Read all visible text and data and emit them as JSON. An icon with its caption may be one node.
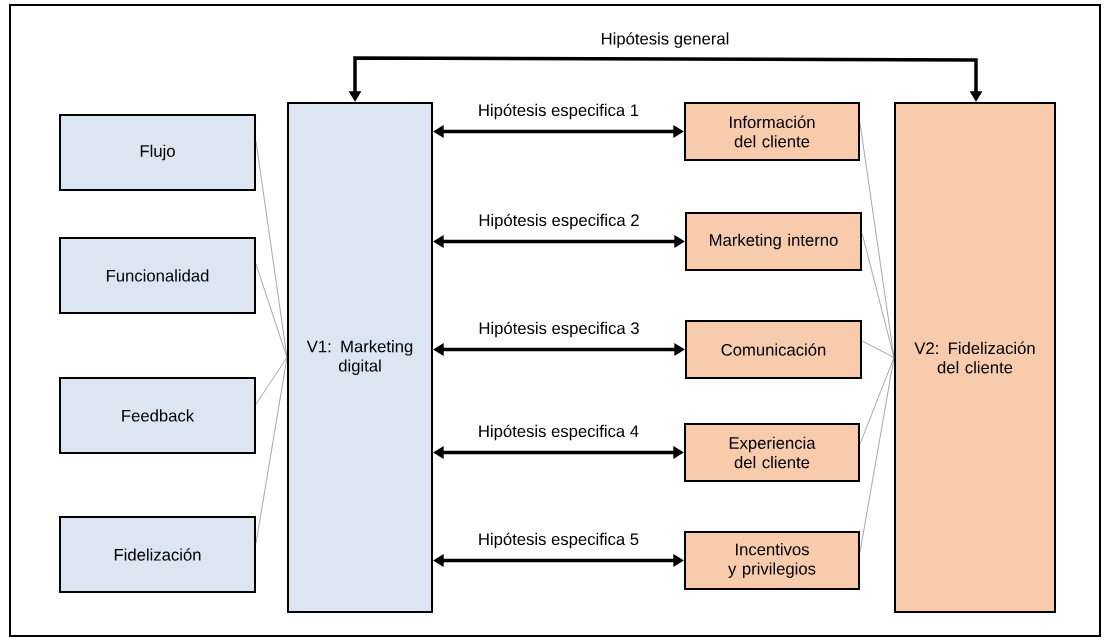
{
  "diagram": {
    "nodes": [
      {
        "text": [
          "Flujo"
        ]
      },
      {
        "text": [
          "Funcionalidad"
        ]
      },
      {
        "text": [
          "Feedback"
        ]
      },
      {
        "text": [
          "Fidelización"
        ]
      },
      {
        "text": [
          "V1: Marketing digital"
        ]
      },
      {
        "text": [
          "Información del cliente"
        ]
      },
      {
        "text": [
          "Marketing interno"
        ]
      },
      {
        "text": [
          "Comunicación"
        ]
      },
      {
        "text": [
          "Experiencia del cliente"
        ]
      },
      {
        "text": [
          "Incentivos y privilegios"
        ]
      },
      {
        "text": [
          "V2: Fidelización del cliente"
        ]
      }
    ],
    "edges": [
      {
        "from": 0,
        "to": 4,
        "arrow": "none"
      },
      {
        "from": 1,
        "to": 4,
        "arrow": "none"
      },
      {
        "from": 2,
        "to": 4,
        "arrow": "none"
      },
      {
        "from": 3,
        "to": 4,
        "arrow": "none"
      },
      {
        "from": 4,
        "to": 10,
        "arrow": "both",
        "label": "Hipótesis general",
        "style": "thick"
      },
      {
        "from": 4,
        "to": 5,
        "arrow": "both",
        "label": "Hipótesis especifica 1",
        "style": "thick"
      },
      {
        "from": 4,
        "to": 6,
        "arrow": "both",
        "label": "Hipótesis especifica 2",
        "style": "thick"
      },
      {
        "from": 4,
        "to": 7,
        "arrow": "both",
        "label": "Hipótesis especifica 3",
        "style": "thick"
      },
      {
        "from": 4,
        "to": 8,
        "arrow": "both",
        "label": "Hipótesis especifica 4",
        "style": "thick"
      },
      {
        "from": 4,
        "to": 9,
        "arrow": "both",
        "label": "Hipótesis especifica 5",
        "style": "thick"
      },
      {
        "from": 5,
        "to": 10,
        "arrow": "none"
      },
      {
        "from": 6,
        "to": 10,
        "arrow": "none"
      },
      {
        "from": 7,
        "to": 10,
        "arrow": "none"
      },
      {
        "from": 8,
        "to": 10,
        "arrow": "none"
      },
      {
        "from": 9,
        "to": 10,
        "arrow": "none"
      }
    ]
  }
}
